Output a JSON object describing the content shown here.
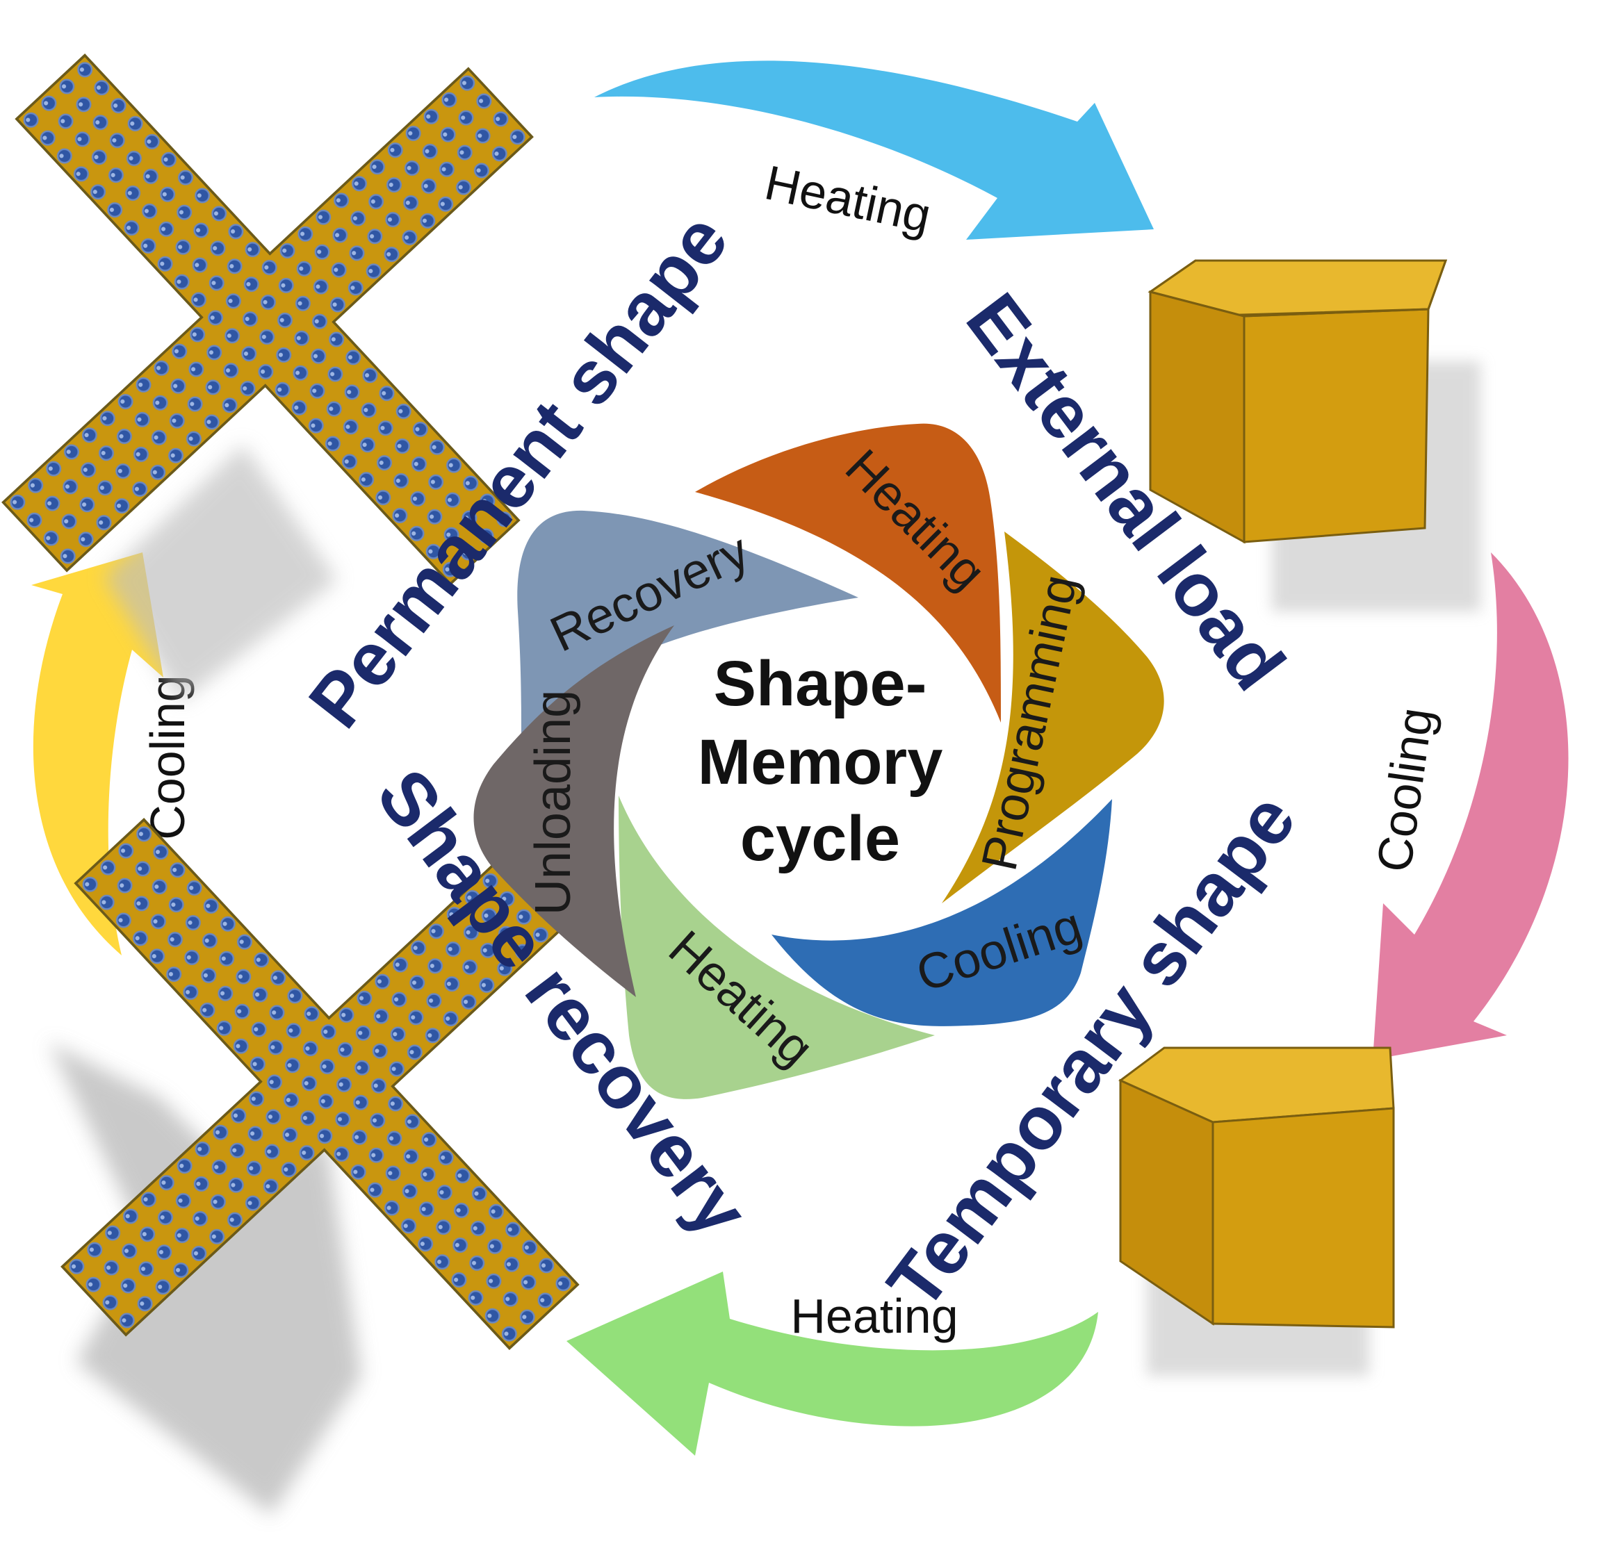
{
  "center": {
    "line1": "Shape-",
    "line2": "Memory",
    "line3": "cycle"
  },
  "stages": {
    "permanent": "Permanent shape",
    "external": "External load",
    "temporary": "Temporary shape",
    "recovery": "Shape recovery"
  },
  "outer_arrows": {
    "top": "Heating",
    "right": "Cooling",
    "bottom": "Heating",
    "left": "Cooling"
  },
  "petals": {
    "heating_top": "Heating",
    "programming": "Programming",
    "cooling": "Cooling",
    "heating_bottom": "Heating",
    "unloading": "Unloading",
    "recovery": "Recovery"
  },
  "colors": {
    "arrow_top": "#4dbcec",
    "arrow_right": "#e37fa2",
    "arrow_bottom": "#93e07a",
    "arrow_left": "#ffd83d",
    "petal_heating_top": "#c65c15",
    "petal_programming": "#c4960a",
    "petal_cooling": "#2e6db4",
    "petal_heating_bottom": "#a8d28e",
    "petal_unloading": "#6f6767",
    "petal_recovery": "#7e96b4",
    "stage_text": "#1b2a6b",
    "material": "#c9960f",
    "dot": "#2f56a4"
  }
}
